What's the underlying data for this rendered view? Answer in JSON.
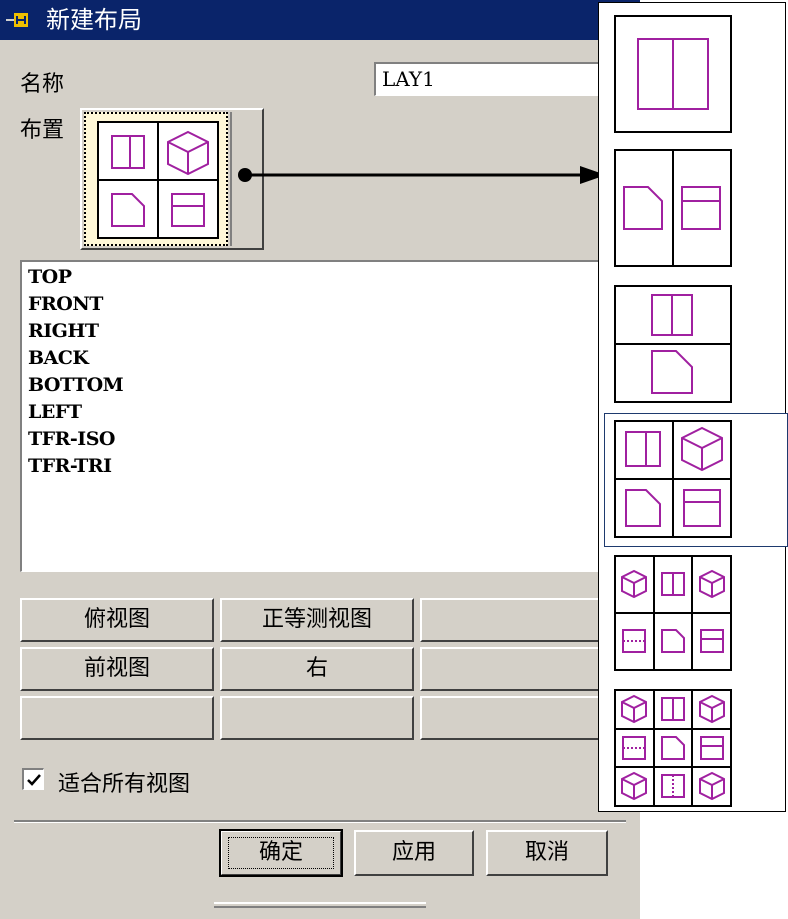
{
  "dialog": {
    "title": "新建布局",
    "title_icon": "layout-app-icon",
    "name_label": "名称",
    "name_value": "LAY1",
    "arrangement_label": "布置",
    "selected_arrangement": "four-view-2x2",
    "view_list": [
      "TOP",
      "FRONT",
      "RIGHT",
      "BACK",
      "BOTTOM",
      "LEFT",
      "TFR-ISO",
      "TFR-TRI"
    ],
    "view_buttons": [
      [
        "俯视图",
        "正等测视图",
        ""
      ],
      [
        "前视图",
        "右",
        ""
      ],
      [
        "",
        "",
        ""
      ]
    ],
    "fit_all_views_label": "适合所有视图",
    "fit_all_views_checked": true,
    "ok_label": "确定",
    "apply_label": "应用",
    "cancel_label": "取消"
  },
  "palette": {
    "options": [
      "single-view",
      "two-view-horizontal",
      "two-view-vertical",
      "four-view-2x2",
      "six-view-3x2",
      "nine-view-3x3"
    ],
    "selected": "four-view-2x2"
  },
  "colors": {
    "titlebar": "#0a246a",
    "dialog_bg": "#d4d0c8",
    "view_icon_stroke": "#a020a0",
    "selection_border": "#1e3a6e"
  }
}
